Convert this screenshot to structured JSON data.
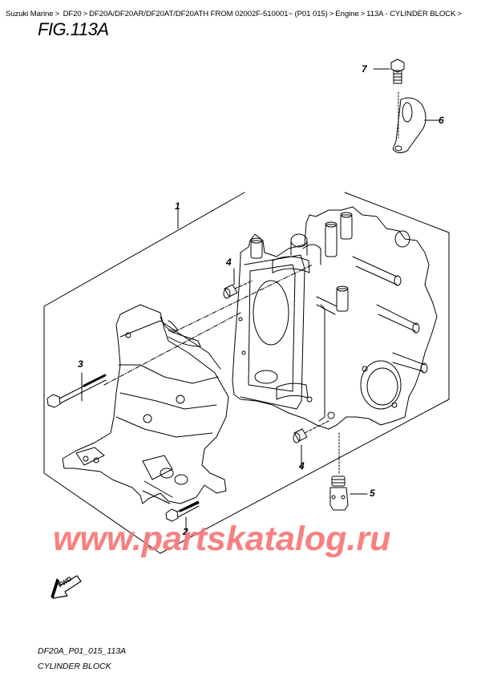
{
  "breadcrumb": {
    "items": [
      {
        "label": "Suzuki Marine"
      },
      {
        "label": "DF20"
      },
      {
        "label": "DF20A/DF20AR/DF20AT/DF20ATH FROM 02002F-510001~ (P01 015)"
      },
      {
        "label": "Engine"
      },
      {
        "label": "113A - CYLINDER BLOCK"
      }
    ],
    "separator": ">"
  },
  "figure": {
    "title": "FIG.113A",
    "code": "DF20A_P01_015_113A",
    "name": "CYLINDER BLOCK"
  },
  "callouts": [
    {
      "number": "1",
      "part": "cylinder block assembly"
    },
    {
      "number": "2",
      "part": "bolt"
    },
    {
      "number": "3",
      "part": "long bolt"
    },
    {
      "number": "4",
      "part": "dowel pin"
    },
    {
      "number": "4",
      "part": "dowel pin"
    },
    {
      "number": "5",
      "part": "fitting"
    },
    {
      "number": "6",
      "part": "bracket"
    },
    {
      "number": "7",
      "part": "bolt"
    }
  ],
  "fwd_label": "FWD",
  "watermark": "www.partskatalog.ru",
  "colors": {
    "line": "#000000",
    "watermark": "#f87a7a",
    "background": "#ffffff"
  }
}
